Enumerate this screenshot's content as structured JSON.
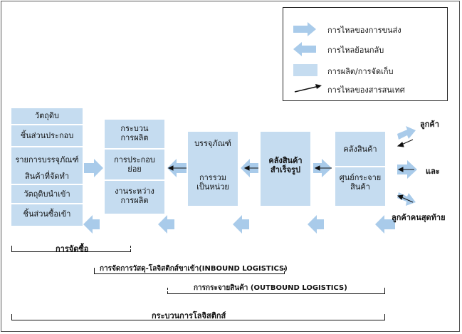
{
  "legend": {
    "items": [
      {
        "icon": "forward-flow-arrow-icon",
        "label": "การไหลของการขนส่ง"
      },
      {
        "icon": "reverse-flow-arrow-icon",
        "label": "การไหลย้อนกลับ"
      },
      {
        "icon": "storage-box-icon",
        "label": "การผลิต/การจัดเก็บ"
      },
      {
        "icon": "information-arrow-icon",
        "label": "การไหลของสารสนเทศ"
      }
    ]
  },
  "stage1": {
    "items": [
      "วัตถุดิบ",
      "ชิ้นส่วนประกอบ",
      "รายการบรรจุภัณฑ์",
      "สินค้าที่จัดทำ",
      "วัตถุดิบนำเข้า",
      "ชิ้นส่วนซื้อเข้า"
    ]
  },
  "stage2": {
    "top": "กระบวน\nการผลิต",
    "mid": "การประกอบ\nย่อย",
    "bottom": "งานระหว่าง\nการผลิต"
  },
  "stage3": {
    "top": "บรรจุภัณฑ์",
    "bottom": "การรวม\nเป็นหน่วย"
  },
  "stage4": {
    "label": "คลังสินค้า\nสำเร็จรูป"
  },
  "stage5": {
    "top": "คลังสินค้า",
    "bottom": "ศูนย์กระจาย\nสินค้า"
  },
  "customers": {
    "top": "ลูกค้า",
    "mid": "และ",
    "bottom": "ลูกค้าคนสุดท้าย"
  },
  "brackets": {
    "purchasing": "การจัดซื้อ",
    "inbound": "การจัดการวัสดุ-โลจิสติกส์ขาเข้า(INBOUND LOGISTICS)",
    "outbound": "การกระจายสินค้า (OUTBOUND LOGISTICS)",
    "logistics": "กระบวนการโลจิสติกส์"
  },
  "colors": {
    "box": "#c5dcf0",
    "arrow": "#a9cbea"
  }
}
